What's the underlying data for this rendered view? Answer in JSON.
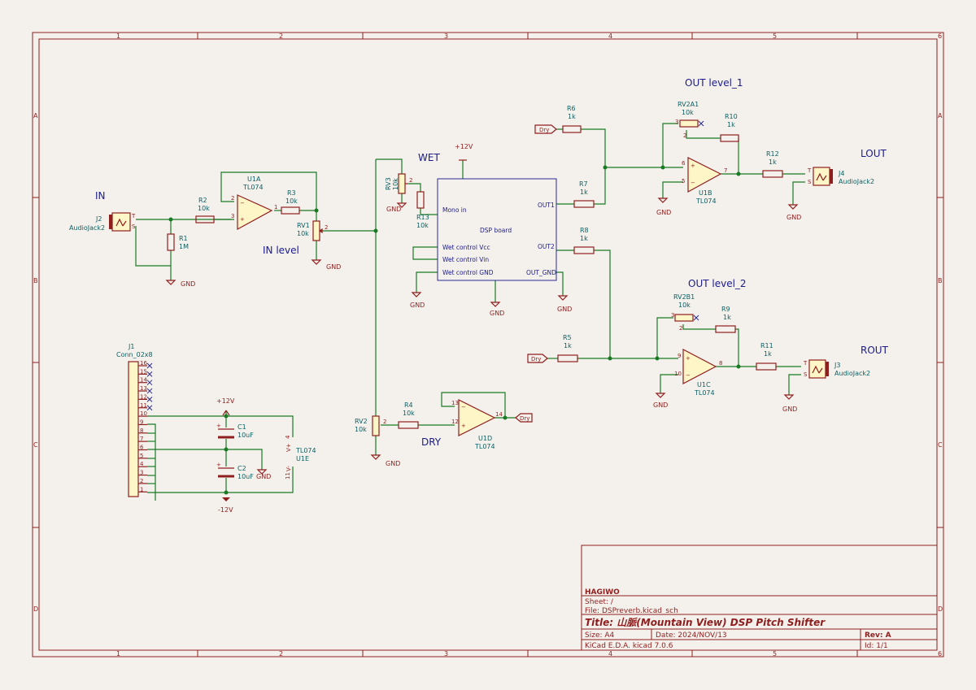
{
  "frame": {
    "col_labels": [
      "1",
      "2",
      "3",
      "4",
      "5",
      "6"
    ],
    "row_labels": [
      "A",
      "B",
      "C",
      "D"
    ]
  },
  "labels": {
    "in": "IN",
    "in_level": "IN level",
    "wet": "WET",
    "dry": "DRY",
    "out_level_1": "OUT level_1",
    "out_level_2": "OUT level_2",
    "lout": "LOUT",
    "rout": "ROUT"
  },
  "dsp": {
    "title": "DSP board",
    "mono_in": "Mono in",
    "out1": "OUT1",
    "out2": "OUT2",
    "wet_vcc": "Wet control Vcc",
    "wet_vin": "Wet control Vin",
    "wet_gnd": "Wet control GND",
    "out_gnd": "OUT_GND"
  },
  "power": {
    "p12": "+12V",
    "m12": "-12V",
    "gnd": "GND"
  },
  "netlabel": {
    "dry": "Dry"
  },
  "components": {
    "j2": {
      "ref": "J2",
      "val": "AudioJack2",
      "t": "T",
      "s": "S"
    },
    "j4": {
      "ref": "J4",
      "val": "AudioJack2",
      "t": "T",
      "s": "S"
    },
    "j3": {
      "ref": "J3",
      "val": "AudioJack2",
      "t": "T",
      "s": "S"
    },
    "r1": {
      "ref": "R1",
      "val": "1M"
    },
    "r2": {
      "ref": "R2",
      "val": "10k"
    },
    "r3": {
      "ref": "R3",
      "val": "10k"
    },
    "r4": {
      "ref": "R4",
      "val": "10k"
    },
    "r5": {
      "ref": "R5",
      "val": "1k"
    },
    "r6": {
      "ref": "R6",
      "val": "1k"
    },
    "r7": {
      "ref": "R7",
      "val": "1k"
    },
    "r8": {
      "ref": "R8",
      "val": "1k"
    },
    "r9": {
      "ref": "R9",
      "val": "1k"
    },
    "r10": {
      "ref": "R10",
      "val": "1k"
    },
    "r11": {
      "ref": "R11",
      "val": "1k"
    },
    "r12": {
      "ref": "R12",
      "val": "1k"
    },
    "r13": {
      "ref": "R13",
      "val": "10k"
    },
    "rv1": {
      "ref": "RV1",
      "val": "10k"
    },
    "rv2": {
      "ref": "RV2",
      "val": "10k"
    },
    "rv3": {
      "ref": "RV3",
      "val": "10k"
    },
    "rv2a1": {
      "ref": "RV2A1",
      "val": "10k"
    },
    "rv2b1": {
      "ref": "RV2B1",
      "val": "10k"
    },
    "u1a": {
      "ref": "U1A",
      "val": "TL074"
    },
    "u1b": {
      "ref": "U1B",
      "val": "TL074"
    },
    "u1c": {
      "ref": "U1C",
      "val": "TL074"
    },
    "u1d": {
      "ref": "U1D",
      "val": "TL074"
    },
    "u1e": {
      "ref": "U1E",
      "val": "TL074",
      "vp": "V+",
      "vm": "V-"
    },
    "c1": {
      "ref": "C1",
      "val": "10uF"
    },
    "c2": {
      "ref": "C2",
      "val": "10uF"
    },
    "j1": {
      "ref": "J1",
      "val": "Conn_02x8"
    }
  },
  "j1_pins": [
    "16",
    "15",
    "14",
    "13",
    "12",
    "11",
    "10",
    "9",
    "8",
    "7",
    "6",
    "5",
    "4",
    "3",
    "2",
    "1"
  ],
  "title_block": {
    "company": "HAGIWO",
    "sheet": "Sheet: /",
    "file": "File: DSPreverb.kicad_sch",
    "title": "Title: 山脈(Mountain View) DSP Pitch Shifter",
    "size": "Size: A4",
    "date": "Date: 2024/NOV/13",
    "rev": "Rev: A",
    "tool": "KiCad E.D.A.  kicad 7.0.6",
    "id": "Id: 1/1"
  }
}
